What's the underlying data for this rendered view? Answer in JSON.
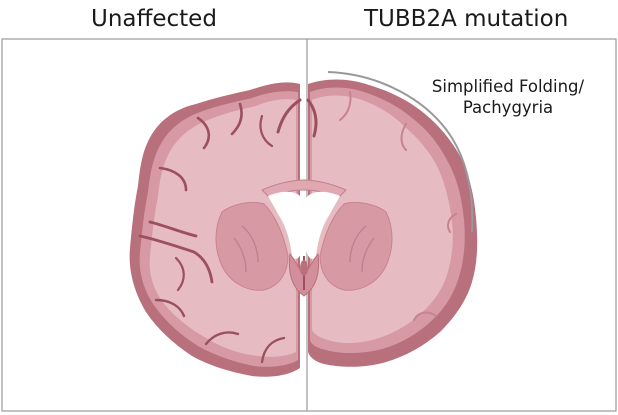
{
  "panels": {
    "left_label": "Unaffected",
    "right_label": "TUBB2A mutation"
  },
  "annotation": {
    "line1": "Simplified Folding/",
    "line2": "Pachygyria"
  },
  "colors": {
    "panel_border": "#9a9a9a",
    "brain_outer": "#b8707c",
    "brain_mid": "#d79aa4",
    "brain_fill": "#e6bcc2",
    "sulcus": "#9c4f5c",
    "ventricle": "#ffffff",
    "arc": "#999999"
  }
}
